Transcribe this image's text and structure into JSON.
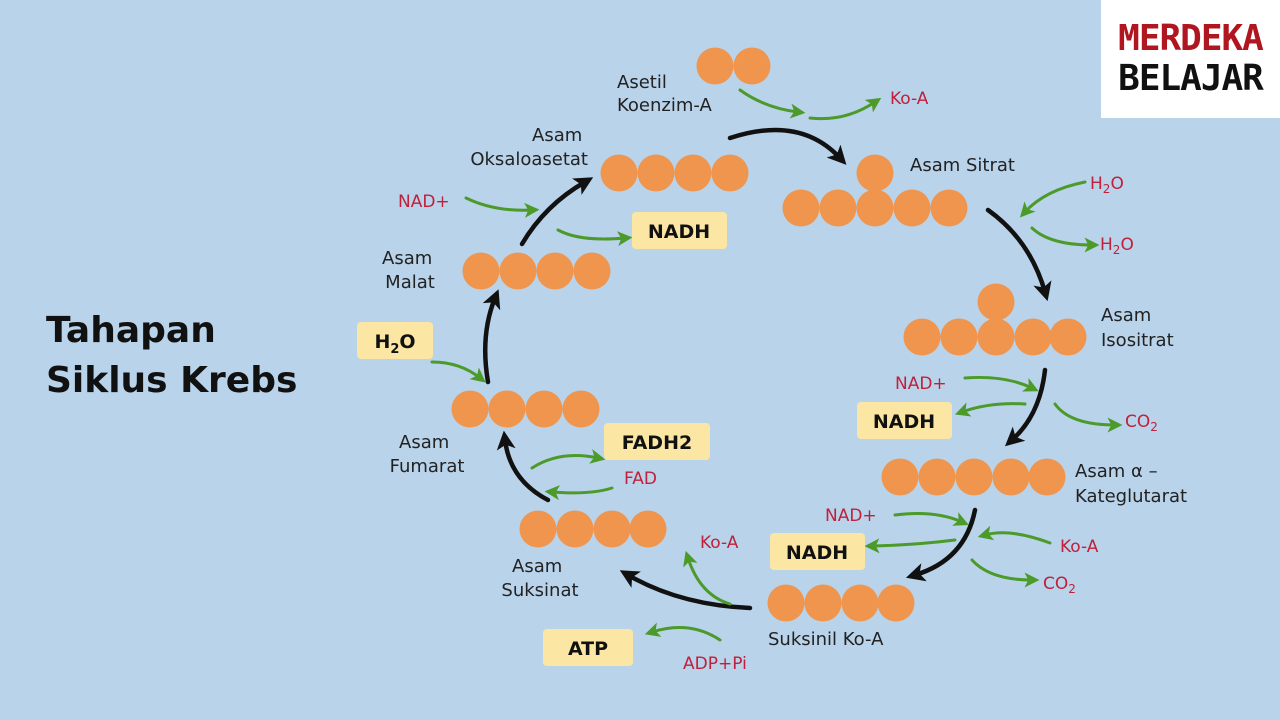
{
  "title": {
    "line1": "Tahapan",
    "line2": "Siklus Krebs"
  },
  "logo": {
    "line1": "MERDEKA",
    "line2": "BELAJAR"
  },
  "colors": {
    "background": "#b9d3ea",
    "molecule": "#f0954d",
    "arrow_main": "#111111",
    "arrow_side": "#4c9a2a",
    "side_label": "#c0203a",
    "product_box": "#fbe7a3"
  },
  "compounds": {
    "asetil_koa": {
      "line1": "Asetil",
      "line2": "Koenzim-A"
    },
    "oksaloasetat": {
      "line1": "Asam",
      "line2": "Oksaloasetat"
    },
    "sitrat": {
      "line1": "Asam Sitrat"
    },
    "isositrat": {
      "line1": "Asam",
      "line2": "Isositrat"
    },
    "ketoglutarat": {
      "line1": "Asam α –",
      "line2": "Kateglutarat"
    },
    "suksinil_koa": {
      "line1": "Suksinil Ko-A"
    },
    "suksinat": {
      "line1": "Asam",
      "line2": "Suksinat"
    },
    "fumarat": {
      "line1": "Asam",
      "line2": "Fumarat"
    },
    "malat": {
      "line1": "Asam",
      "line2": "Malat"
    }
  },
  "side_labels": {
    "koa_out_top": "Ko-A",
    "h2o_in": "H",
    "h2o_out": "H",
    "h2o_sub": "2",
    "h2o_o": "O",
    "nad_isositrat": "NAD+",
    "co2_isositrat": "CO",
    "co2_sub": "2",
    "nad_keto": "NAD+",
    "koa_in_keto": "Ko-A",
    "co2_keto": "CO",
    "koa_out_suksinil": "Ko-A",
    "adp_pi": "ADP+Pi",
    "fad": "FAD",
    "nad_malat": "NAD+"
  },
  "products": {
    "nadh_malat": "NADH",
    "nadh_isositrat": "NADH",
    "nadh_keto": "NADH",
    "atp": "ATP",
    "fadh2": "FADH2",
    "h2o_box": "H",
    "h2o_box_sub": "2",
    "h2o_box_o": "O"
  }
}
